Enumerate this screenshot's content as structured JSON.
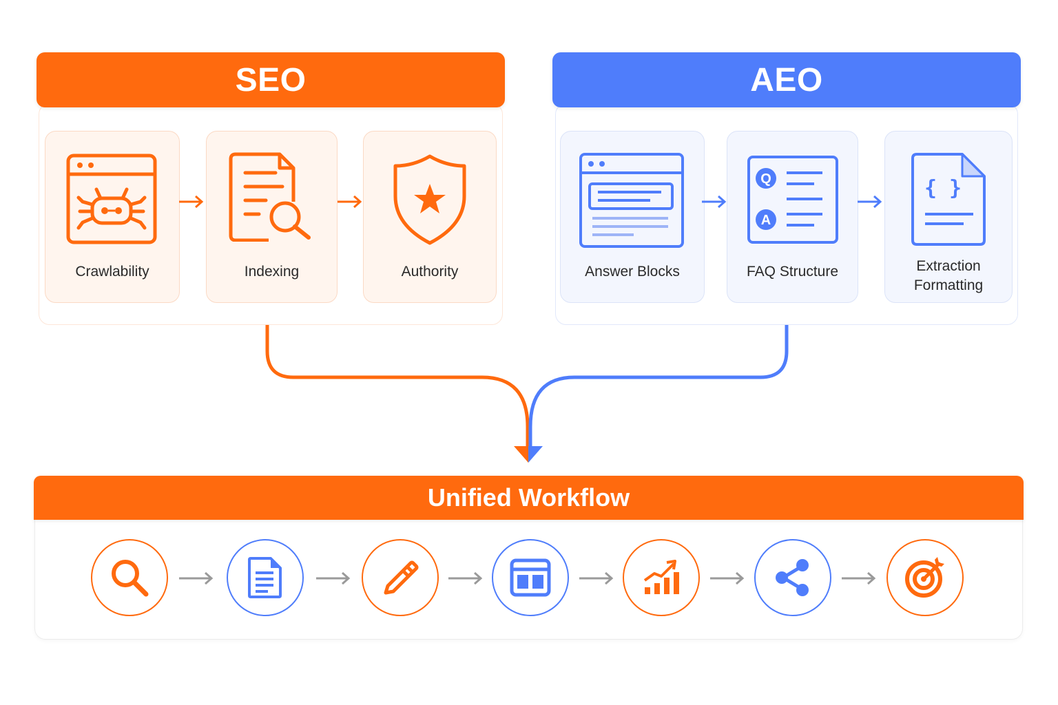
{
  "seo": {
    "title": "SEO",
    "cards": [
      {
        "label": "Crawlability",
        "icon": "crawler-bug-icon"
      },
      {
        "label": "Indexing",
        "icon": "document-search-icon"
      },
      {
        "label": "Authority",
        "icon": "shield-star-icon"
      }
    ]
  },
  "aeo": {
    "title": "AEO",
    "cards": [
      {
        "label": "Answer Blocks",
        "icon": "browser-answer-block-icon"
      },
      {
        "label": "FAQ Structure",
        "icon": "faq-qa-icon"
      },
      {
        "label_line1": "Extraction",
        "label_line2": "Formatting",
        "icon": "code-file-icon"
      }
    ]
  },
  "workflow": {
    "title": "Unified Workflow",
    "steps": [
      {
        "icon": "search-icon",
        "color": "#ff6a0e"
      },
      {
        "icon": "document-icon",
        "color": "#4f7dfb"
      },
      {
        "icon": "pencil-icon",
        "color": "#ff6a0e"
      },
      {
        "icon": "layout-icon",
        "color": "#4f7dfb"
      },
      {
        "icon": "growth-chart-icon",
        "color": "#ff6a0e"
      },
      {
        "icon": "share-icon",
        "color": "#4f7dfb"
      },
      {
        "icon": "target-icon",
        "color": "#ff6a0e"
      }
    ]
  },
  "colors": {
    "orange": "#ff6a0e",
    "blue": "#4f7dfb",
    "arrow_gray": "#9a9a9a"
  }
}
